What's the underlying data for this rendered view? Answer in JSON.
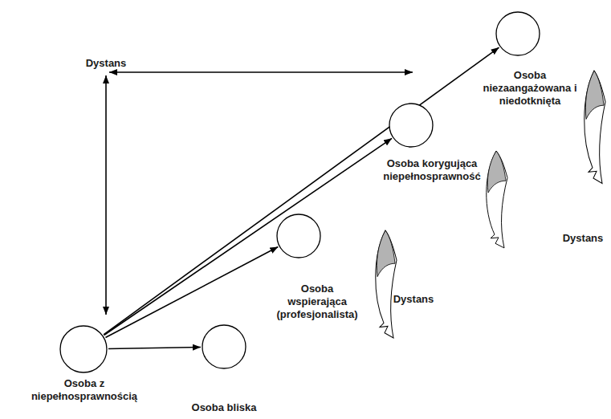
{
  "diagram": {
    "nodes": [
      {
        "text": [
          "Osoba z niepełnosprawnością"
        ]
      },
      {
        "text": [
          "Osoba bliska"
        ]
      },
      {
        "text": [
          "Osoba wspierająca (profesjonalista)"
        ]
      },
      {
        "text": [
          "Osoba korygująca niepełnosprawność"
        ]
      },
      {
        "text": [
          "Osoba niezaangażowana i niedotknięta"
        ]
      }
    ],
    "edges": [
      {
        "from": 0,
        "to": 1,
        "arrow": "to"
      },
      {
        "from": 0,
        "to": 2,
        "arrow": "to"
      },
      {
        "from": 0,
        "to": 3,
        "arrow": "to"
      },
      {
        "from": 0,
        "to": 4,
        "arrow": "to"
      }
    ],
    "labels": [
      "Dystans",
      "Dystans",
      "Dystans"
    ]
  }
}
